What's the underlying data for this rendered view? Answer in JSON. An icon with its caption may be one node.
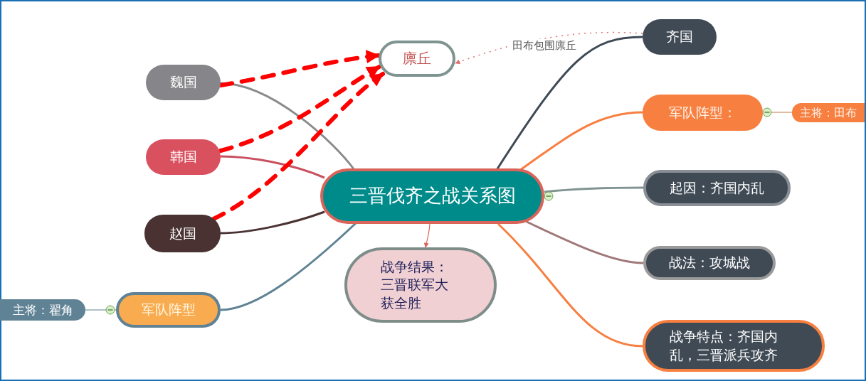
{
  "diagram": {
    "nodes": [
      {
        "text": [
          "三晋伐齐之战关系图"
        ]
      },
      {
        "text": [
          "廪丘"
        ]
      },
      {
        "text": [
          "魏国"
        ]
      },
      {
        "text": [
          "韩国"
        ]
      },
      {
        "text": [
          "赵国"
        ]
      },
      {
        "text": [
          "军队阵型"
        ]
      },
      {
        "text": [
          "主将：翟角"
        ]
      },
      {
        "text": [
          "战争结果：三晋联军大获全胜"
        ]
      },
      {
        "text": [
          "齐国"
        ]
      },
      {
        "text": [
          "军队阵型："
        ]
      },
      {
        "text": [
          "主将：田布"
        ]
      },
      {
        "text": [
          "起因：齐国内乱"
        ]
      },
      {
        "text": [
          "战法：攻城战"
        ]
      },
      {
        "text": [
          "战争特点：齐国内乱，三晋派兵攻齐"
        ]
      }
    ],
    "edges": [
      {
        "from": 0,
        "to": 2,
        "arrow": "none",
        "color": "#8a8a8e"
      },
      {
        "from": 0,
        "to": 3,
        "arrow": "none",
        "color": "#c9505f"
      },
      {
        "from": 0,
        "to": 4,
        "arrow": "none",
        "color": "#4a3232"
      },
      {
        "from": 0,
        "to": 5,
        "arrow": "none",
        "color": "#5f8294"
      },
      {
        "from": 0,
        "to": 8,
        "arrow": "none",
        "color": "#3f4a55"
      },
      {
        "from": 0,
        "to": 9,
        "arrow": "none",
        "color": "#f77f40"
      },
      {
        "from": 0,
        "to": 11,
        "arrow": "none",
        "color": "#7f9490"
      },
      {
        "from": 0,
        "to": 12,
        "arrow": "none",
        "color": "#a07878"
      },
      {
        "from": 0,
        "to": 13,
        "arrow": "none",
        "color": "#f77f40"
      },
      {
        "from": 5,
        "to": 6,
        "arrow": "none",
        "color": "#5f8294"
      },
      {
        "from": 9,
        "to": 10,
        "arrow": "none",
        "color": "#c8784a"
      },
      {
        "from": 0,
        "to": 7,
        "arrow": "to",
        "color": "#d9645a"
      },
      {
        "from": 8,
        "to": 1,
        "arrow": "to",
        "style": "dashed",
        "color": "#e07070",
        "label": "田布包围廪丘"
      },
      {
        "from": 2,
        "to": 1,
        "arrow": "to",
        "style": "dashed",
        "color": "#ff0000"
      },
      {
        "from": 3,
        "to": 1,
        "arrow": "to",
        "style": "dashed",
        "color": "#ff0000"
      },
      {
        "from": 4,
        "to": 1,
        "arrow": "to",
        "style": "dashed",
        "color": "#ff0000"
      }
    ]
  }
}
